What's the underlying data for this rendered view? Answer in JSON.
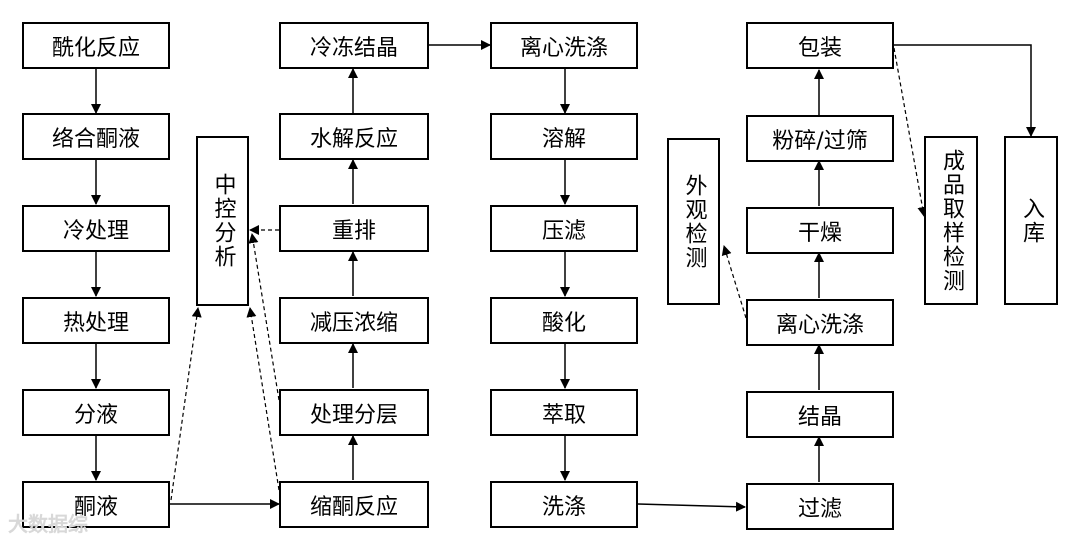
{
  "col1": [
    "酰化反应",
    "络合酮液",
    "冷处理",
    "热处理",
    "分液",
    "酮液"
  ],
  "col2": [
    "冷冻结晶",
    "水解反应",
    "重排",
    "减压浓缩",
    "处理分层",
    "缩酮反应"
  ],
  "col3": [
    "离心洗涤",
    "溶解",
    "压滤",
    "酸化",
    "萃取",
    "洗涤"
  ],
  "col4": [
    "包装",
    "粉碎/过筛",
    "干燥",
    "离心洗涤",
    "结晶",
    "过滤"
  ],
  "side": {
    "control_analysis": "中控分析",
    "appearance_check": "外观检测",
    "product_sampling": "成品取样检测",
    "warehouse": "入库"
  },
  "watermark": "大数据综"
}
